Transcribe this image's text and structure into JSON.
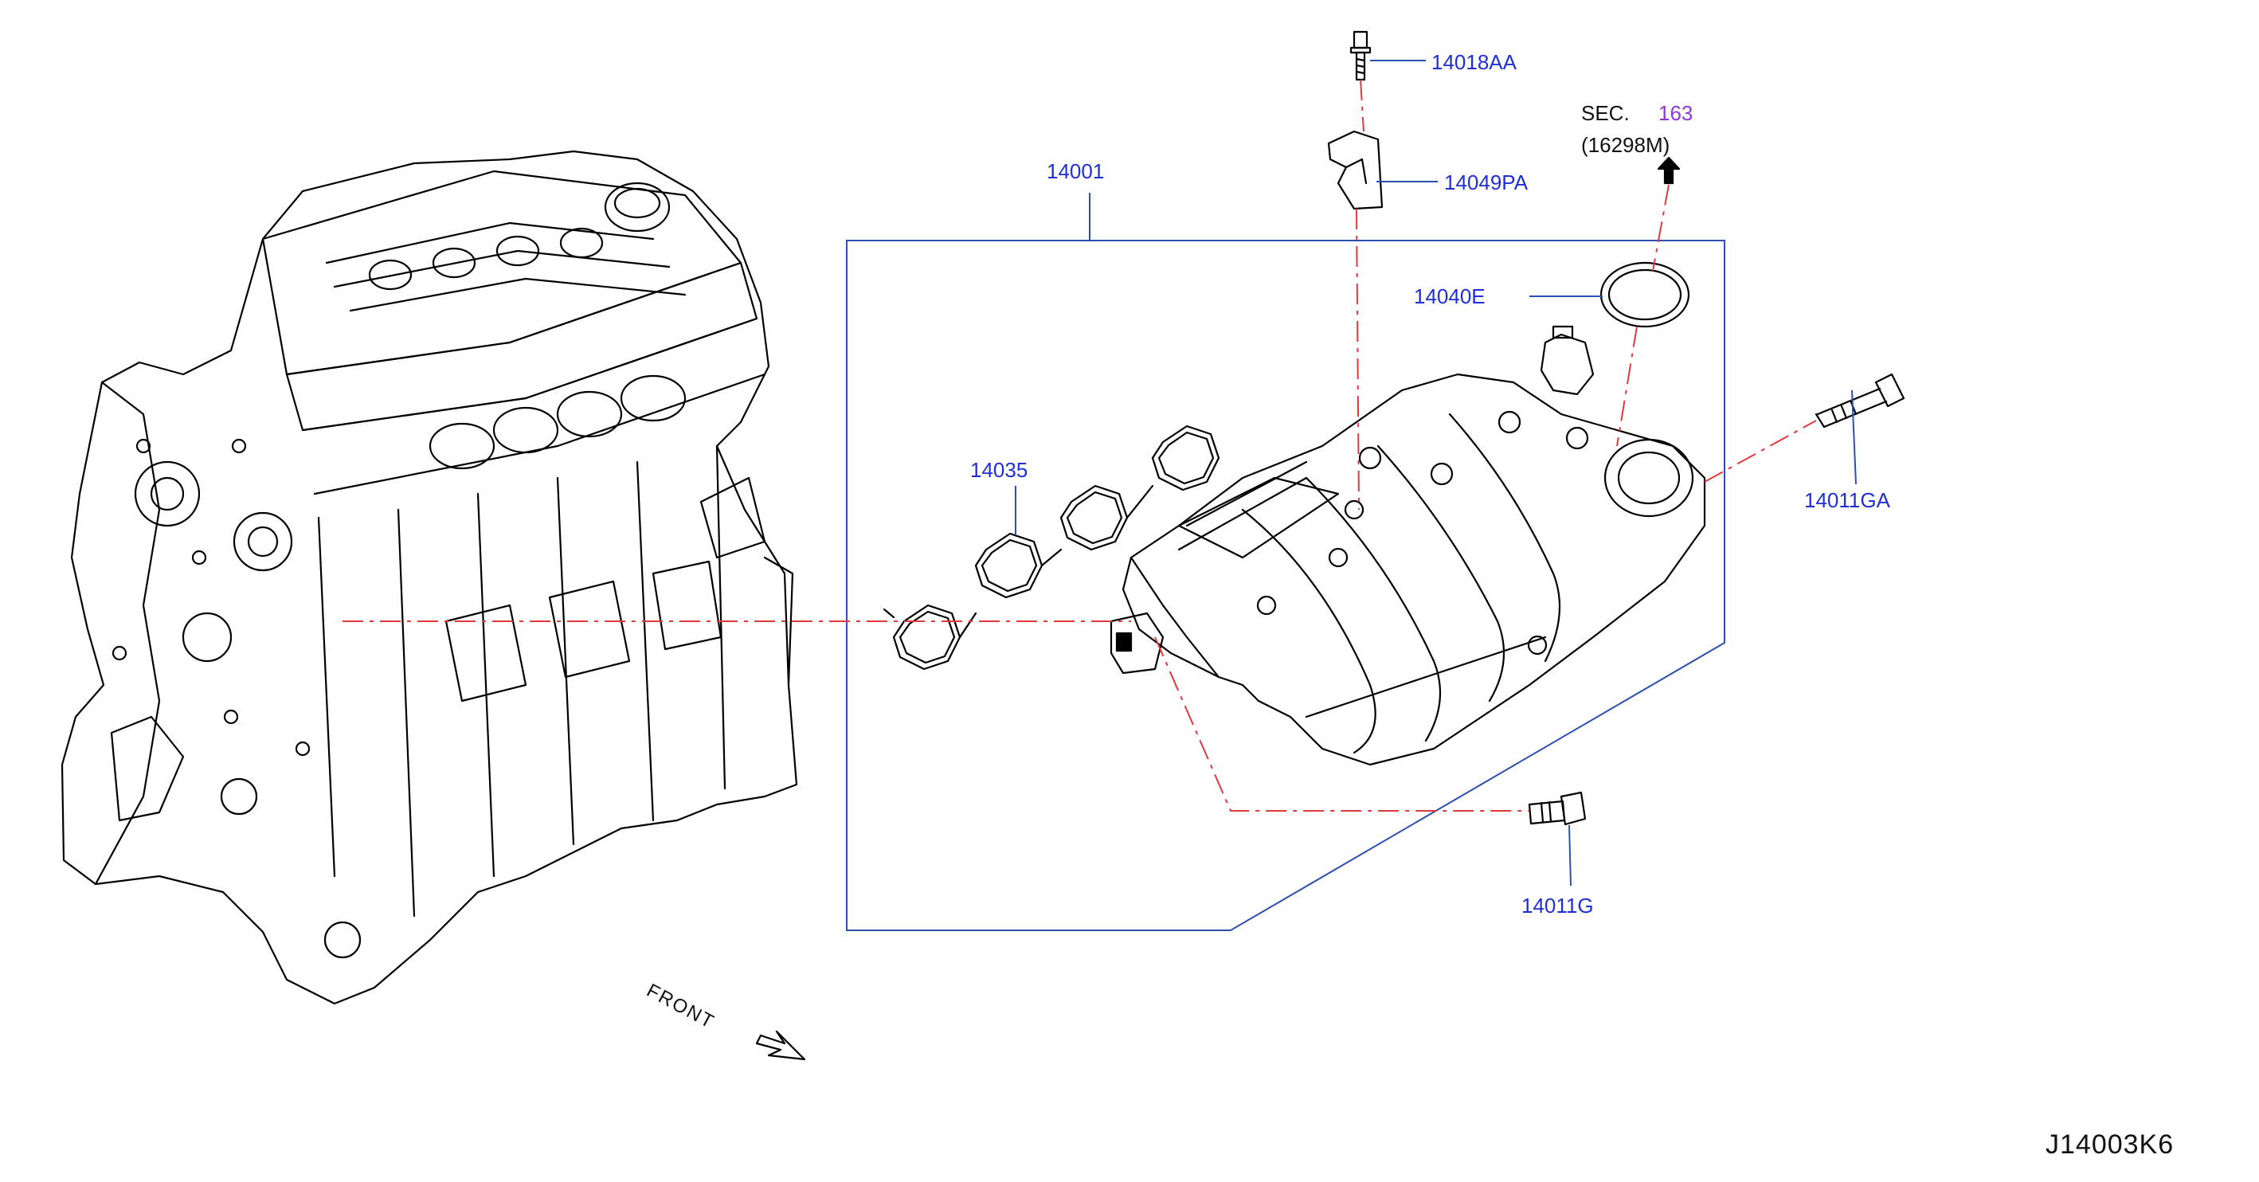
{
  "labels": {
    "bolt_top": "14018AA",
    "clip": "14049PA",
    "sec_prefix": "SEC.",
    "sec_number": "163",
    "sec_part": "(16298M)",
    "manifold": "14001",
    "gasket_ring": "14040E",
    "manifold_gasket": "14035",
    "bolt_right": "14011GA",
    "bolt_bottom": "14011G",
    "front": "FRONT",
    "diagram_code": "J14003K6"
  },
  "colors": {
    "callout_text": "#1f2fd6",
    "callout_line": "#2d4fb0",
    "center_line": "#e0393b",
    "sec_number": "#8a3ad6",
    "drawing": "#000000"
  }
}
